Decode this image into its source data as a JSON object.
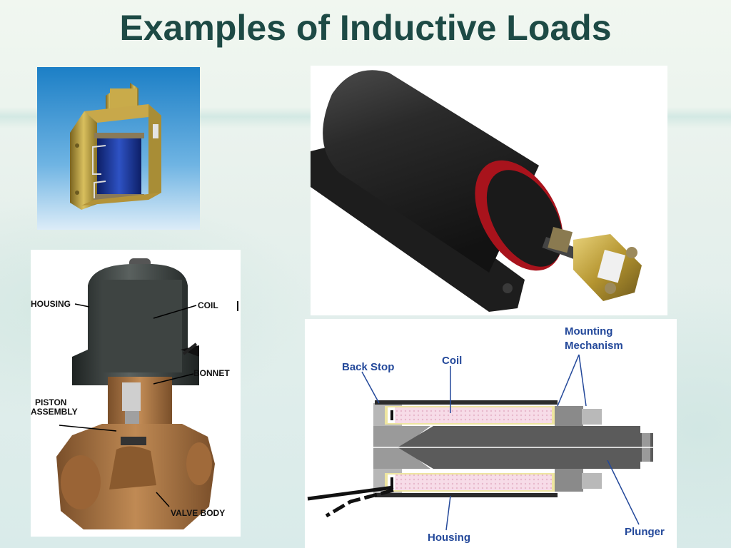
{
  "slide": {
    "title": "Examples of Inductive Loads"
  },
  "photos": {
    "top_left": {
      "icon": "open-frame-solenoid-icon"
    },
    "top_right": {
      "icon": "tubular-solenoid-icon"
    }
  },
  "valve_diagram": {
    "labels": {
      "housing": "HOUSING",
      "coil": "COIL",
      "bonnet": "BONNET",
      "piston_line1": "PISTON",
      "piston_line2": "ASSEMBLY",
      "valve_body": "VALVE BODY"
    },
    "colors": {
      "body": "#a56c3c",
      "housing": "#2f3433"
    }
  },
  "solenoid_diagram": {
    "labels": {
      "mounting_line1": "Mounting",
      "mounting_line2": "Mechanism",
      "back_stop": "Back Stop",
      "coil": "Coil",
      "housing": "Housing",
      "plunger": "Plunger"
    },
    "colors": {
      "label": "#23489a",
      "coil": "#f5d8e4",
      "plunger": "#5b5b5b"
    }
  }
}
